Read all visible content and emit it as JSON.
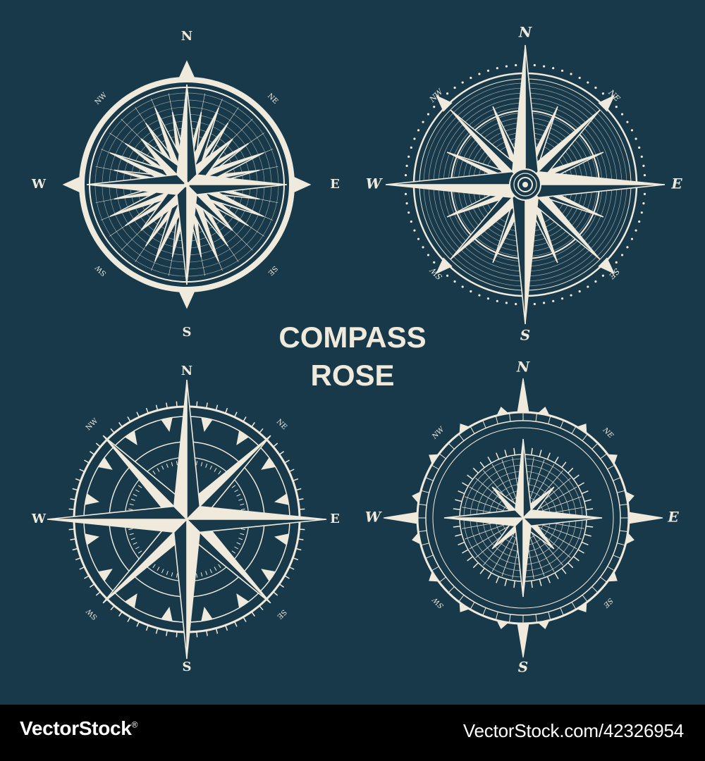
{
  "title": {
    "line1": "COMPASS",
    "line2": "ROSE"
  },
  "roses": [
    {
      "id": "tl",
      "labels": {
        "n": "N",
        "e": "E",
        "s": "S",
        "w": "W",
        "ne": "NE",
        "nw": "NW",
        "se": "SE",
        "sw": "SW"
      }
    },
    {
      "id": "tr",
      "labels": {
        "n": "N",
        "e": "E",
        "s": "S",
        "w": "W",
        "ne": "NE",
        "nw": "NW",
        "se": "SE",
        "sw": "SW"
      }
    },
    {
      "id": "bl",
      "labels": {
        "n": "N",
        "e": "E",
        "s": "S",
        "w": "W",
        "ne": "NE",
        "nw": "NW",
        "se": "SE",
        "sw": "SW"
      }
    },
    {
      "id": "br",
      "labels": {
        "n": "N",
        "e": "E",
        "s": "S",
        "w": "W",
        "ne": "NE",
        "nw": "NW",
        "se": "SE",
        "sw": "SW"
      }
    }
  ],
  "footer": {
    "brand": "VectorStock",
    "reg": "®",
    "image_id": "VectorStock.com/42326954"
  },
  "colors": {
    "background": "#18394a",
    "ink": "#efeadb",
    "footer": "#000000"
  }
}
